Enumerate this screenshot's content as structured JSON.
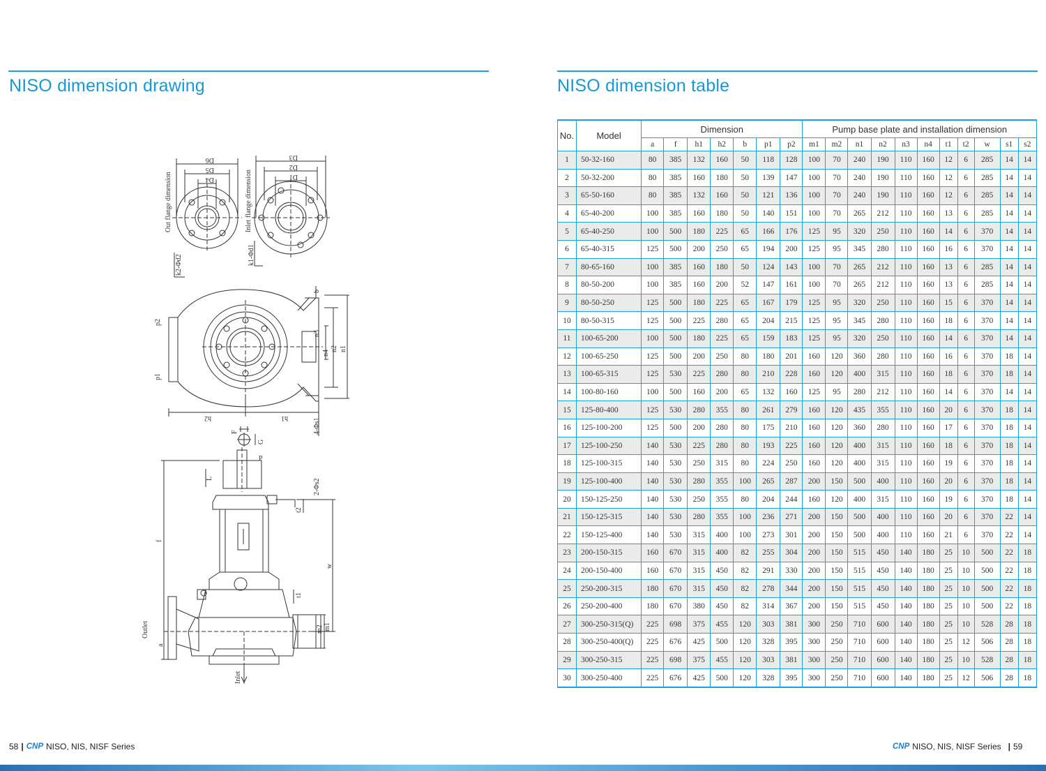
{
  "left_page": {
    "heading": "NISO dimension drawing",
    "drawing_labels": {
      "out_flange": "Out flange dimension",
      "inlet_flange": "Inlet flange dimension",
      "D6": "D6",
      "D5": "D5",
      "D4": "D4",
      "D3": "D3",
      "D2": "D2",
      "D1": "D1",
      "k2": "k2-Φd2",
      "k1": "k1-Φd1",
      "p2": "p2",
      "p1": "p1",
      "h2": "h2",
      "h1": "h1",
      "b": "b",
      "n1": "n1",
      "n2": "n2",
      "n3": "n3",
      "n4": "n4",
      "s1": "4-Φs1",
      "F": "F",
      "G": "G",
      "P": "P",
      "L": "L",
      "s2": "2-Φs2",
      "t2": "t2",
      "t1": "t1",
      "f": "f",
      "w": "w",
      "m1": "m1",
      "m2": "m2",
      "a": "a",
      "outlet": "Outlet",
      "inlet": "Inlet"
    },
    "footer": {
      "page": "58",
      "logo": "CNP",
      "series": "NISO, NIS, NISF Series"
    }
  },
  "right_page": {
    "heading": "NISO dimension table",
    "table": {
      "col_no": "No.",
      "col_model": "Model",
      "group_dimension": "Dimension",
      "group_base": "Pump base plate and installation dimension",
      "columns": [
        "a",
        "f",
        "h1",
        "h2",
        "b",
        "p1",
        "p2",
        "m1",
        "m2",
        "n1",
        "n2",
        "n3",
        "n4",
        "t1",
        "t2",
        "w",
        "s1",
        "s2"
      ],
      "rows": [
        [
          "1",
          "50-32-160",
          "80",
          "385",
          "132",
          "160",
          "50",
          "118",
          "128",
          "100",
          "70",
          "240",
          "190",
          "110",
          "160",
          "12",
          "6",
          "285",
          "14",
          "14"
        ],
        [
          "2",
          "50-32-200",
          "80",
          "385",
          "160",
          "180",
          "50",
          "139",
          "147",
          "100",
          "70",
          "240",
          "190",
          "110",
          "160",
          "12",
          "6",
          "285",
          "14",
          "14"
        ],
        [
          "3",
          "65-50-160",
          "80",
          "385",
          "132",
          "160",
          "50",
          "121",
          "136",
          "100",
          "70",
          "240",
          "190",
          "110",
          "160",
          "12",
          "6",
          "285",
          "14",
          "14"
        ],
        [
          "4",
          "65-40-200",
          "100",
          "385",
          "160",
          "180",
          "50",
          "140",
          "151",
          "100",
          "70",
          "265",
          "212",
          "110",
          "160",
          "13",
          "6",
          "285",
          "14",
          "14"
        ],
        [
          "5",
          "65-40-250",
          "100",
          "500",
          "180",
          "225",
          "65",
          "166",
          "176",
          "125",
          "95",
          "320",
          "250",
          "110",
          "160",
          "14",
          "6",
          "370",
          "14",
          "14"
        ],
        [
          "6",
          "65-40-315",
          "125",
          "500",
          "200",
          "250",
          "65",
          "194",
          "200",
          "125",
          "95",
          "345",
          "280",
          "110",
          "160",
          "16",
          "6",
          "370",
          "14",
          "14"
        ],
        [
          "7",
          "80-65-160",
          "100",
          "385",
          "160",
          "180",
          "50",
          "124",
          "143",
          "100",
          "70",
          "265",
          "212",
          "110",
          "160",
          "13",
          "6",
          "285",
          "14",
          "14"
        ],
        [
          "8",
          "80-50-200",
          "100",
          "385",
          "160",
          "200",
          "52",
          "147",
          "161",
          "100",
          "70",
          "265",
          "212",
          "110",
          "160",
          "13",
          "6",
          "285",
          "14",
          "14"
        ],
        [
          "9",
          "80-50-250",
          "125",
          "500",
          "180",
          "225",
          "65",
          "167",
          "179",
          "125",
          "95",
          "320",
          "250",
          "110",
          "160",
          "15",
          "6",
          "370",
          "14",
          "14"
        ],
        [
          "10",
          "80-50-315",
          "125",
          "500",
          "225",
          "280",
          "65",
          "204",
          "215",
          "125",
          "95",
          "345",
          "280",
          "110",
          "160",
          "18",
          "6",
          "370",
          "14",
          "14"
        ],
        [
          "11",
          "100-65-200",
          "100",
          "500",
          "180",
          "225",
          "65",
          "159",
          "183",
          "125",
          "95",
          "320",
          "250",
          "110",
          "160",
          "14",
          "6",
          "370",
          "14",
          "14"
        ],
        [
          "12",
          "100-65-250",
          "125",
          "500",
          "200",
          "250",
          "80",
          "180",
          "201",
          "160",
          "120",
          "360",
          "280",
          "110",
          "160",
          "16",
          "6",
          "370",
          "18",
          "14"
        ],
        [
          "13",
          "100-65-315",
          "125",
          "530",
          "225",
          "280",
          "80",
          "210",
          "228",
          "160",
          "120",
          "400",
          "315",
          "110",
          "160",
          "18",
          "6",
          "370",
          "18",
          "14"
        ],
        [
          "14",
          "100-80-160",
          "100",
          "500",
          "160",
          "200",
          "65",
          "132",
          "160",
          "125",
          "95",
          "280",
          "212",
          "110",
          "160",
          "14",
          "6",
          "370",
          "14",
          "14"
        ],
        [
          "15",
          "125-80-400",
          "125",
          "530",
          "280",
          "355",
          "80",
          "261",
          "279",
          "160",
          "120",
          "435",
          "355",
          "110",
          "160",
          "20",
          "6",
          "370",
          "18",
          "14"
        ],
        [
          "16",
          "125-100-200",
          "125",
          "500",
          "200",
          "280",
          "80",
          "175",
          "210",
          "160",
          "120",
          "360",
          "280",
          "110",
          "160",
          "17",
          "6",
          "370",
          "18",
          "14"
        ],
        [
          "17",
          "125-100-250",
          "140",
          "530",
          "225",
          "280",
          "80",
          "193",
          "225",
          "160",
          "120",
          "400",
          "315",
          "110",
          "160",
          "18",
          "6",
          "370",
          "18",
          "14"
        ],
        [
          "18",
          "125-100-315",
          "140",
          "530",
          "250",
          "315",
          "80",
          "224",
          "250",
          "160",
          "120",
          "400",
          "315",
          "110",
          "160",
          "19",
          "6",
          "370",
          "18",
          "14"
        ],
        [
          "19",
          "125-100-400",
          "140",
          "530",
          "280",
          "355",
          "100",
          "265",
          "287",
          "200",
          "150",
          "500",
          "400",
          "110",
          "160",
          "20",
          "6",
          "370",
          "18",
          "14"
        ],
        [
          "20",
          "150-125-250",
          "140",
          "530",
          "250",
          "355",
          "80",
          "204",
          "244",
          "160",
          "120",
          "400",
          "315",
          "110",
          "160",
          "19",
          "6",
          "370",
          "18",
          "14"
        ],
        [
          "21",
          "150-125-315",
          "140",
          "530",
          "280",
          "355",
          "100",
          "236",
          "271",
          "200",
          "150",
          "500",
          "400",
          "110",
          "160",
          "20",
          "6",
          "370",
          "22",
          "14"
        ],
        [
          "22",
          "150-125-400",
          "140",
          "530",
          "315",
          "400",
          "100",
          "273",
          "301",
          "200",
          "150",
          "500",
          "400",
          "110",
          "160",
          "21",
          "6",
          "370",
          "22",
          "14"
        ],
        [
          "23",
          "200-150-315",
          "160",
          "670",
          "315",
          "400",
          "82",
          "255",
          "304",
          "200",
          "150",
          "515",
          "450",
          "140",
          "180",
          "25",
          "10",
          "500",
          "22",
          "18"
        ],
        [
          "24",
          "200-150-400",
          "160",
          "670",
          "315",
          "450",
          "82",
          "291",
          "330",
          "200",
          "150",
          "515",
          "450",
          "140",
          "180",
          "25",
          "10",
          "500",
          "22",
          "18"
        ],
        [
          "25",
          "250-200-315",
          "180",
          "670",
          "315",
          "450",
          "82",
          "278",
          "344",
          "200",
          "150",
          "515",
          "450",
          "140",
          "180",
          "25",
          "10",
          "500",
          "22",
          "18"
        ],
        [
          "26",
          "250-200-400",
          "180",
          "670",
          "380",
          "450",
          "82",
          "314",
          "367",
          "200",
          "150",
          "515",
          "450",
          "140",
          "180",
          "25",
          "10",
          "500",
          "22",
          "18"
        ],
        [
          "27",
          "300-250-315(Q)",
          "225",
          "698",
          "375",
          "455",
          "120",
          "303",
          "381",
          "300",
          "250",
          "710",
          "600",
          "140",
          "180",
          "25",
          "10",
          "528",
          "28",
          "18"
        ],
        [
          "28",
          "300-250-400(Q)",
          "225",
          "676",
          "425",
          "500",
          "120",
          "328",
          "395",
          "300",
          "250",
          "710",
          "600",
          "140",
          "180",
          "25",
          "12",
          "506",
          "28",
          "18"
        ],
        [
          "29",
          "300-250-315",
          "225",
          "698",
          "375",
          "455",
          "120",
          "303",
          "381",
          "300",
          "250",
          "710",
          "600",
          "140",
          "180",
          "25",
          "10",
          "528",
          "28",
          "18"
        ],
        [
          "30",
          "300-250-400",
          "225",
          "676",
          "425",
          "500",
          "120",
          "328",
          "395",
          "300",
          "250",
          "710",
          "600",
          "140",
          "180",
          "25",
          "12",
          "506",
          "28",
          "18"
        ]
      ]
    },
    "footer": {
      "page": "59",
      "logo": "CNP",
      "series": "NISO, NIS, NISF Series"
    }
  },
  "colors": {
    "accent": "#1aa1e0",
    "heading": "#1699d9",
    "shade": "#ebebeb",
    "logo": "#1a7fd6"
  }
}
